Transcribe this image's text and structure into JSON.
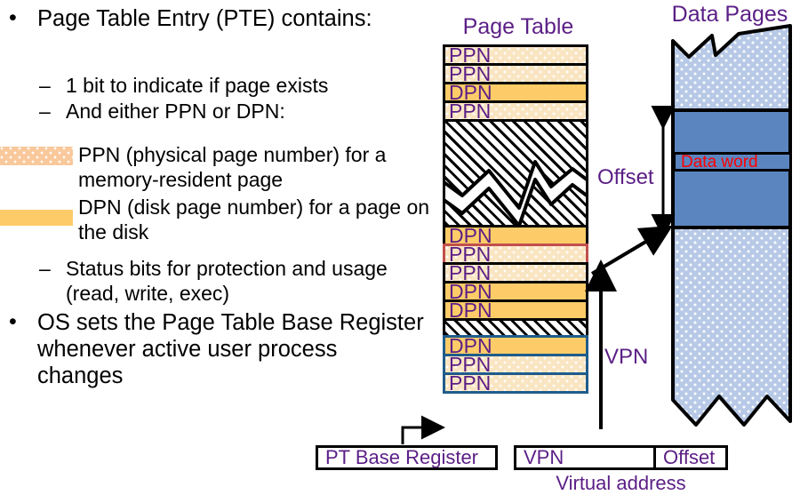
{
  "slide": {
    "background": "#ffffff",
    "accent_purple": "#5b1f86",
    "ppn_fill": "#fae5c3",
    "dpn_fill": "#fdcc69",
    "selected_border": "#c0504d",
    "blue_border": "#1f5c8b",
    "data_page_solid": "#5b85bf",
    "data_page_dotted": "#b7c9e6",
    "data_word_color": "#ff0000"
  },
  "bullets": {
    "b1": "Page Table Entry (PTE) contains:",
    "b1_sub1": "1 bit to indicate if page exists",
    "b1_sub2": "And either PPN or DPN:",
    "legend_ppn": "PPN (physical page number) for a memory-resident page",
    "legend_dpn": "DPN (disk page number) for a page on the disk",
    "b1_sub3": "Status bits for protection and usage (read, write, exec)",
    "b2": "OS sets the Page Table Base Register whenever active user process changes",
    "bullet_glyph": "•",
    "dash_glyph": "–"
  },
  "page_table": {
    "title": "Page Table",
    "rows": [
      {
        "label": "PPN",
        "kind": "ppn",
        "border": "black"
      },
      {
        "label": "PPN",
        "kind": "ppn",
        "border": "black"
      },
      {
        "label": "DPN",
        "kind": "dpn",
        "border": "black"
      },
      {
        "label": "PPN",
        "kind": "ppn",
        "border": "black"
      },
      {
        "label": "",
        "kind": "break",
        "border": "black"
      },
      {
        "label": "DPN",
        "kind": "dpn",
        "border": "black"
      },
      {
        "label": "PPN",
        "kind": "ppn",
        "border": "selected"
      },
      {
        "label": "PPN",
        "kind": "ppn",
        "border": "black"
      },
      {
        "label": "DPN",
        "kind": "dpn",
        "border": "black"
      },
      {
        "label": "DPN",
        "kind": "dpn",
        "border": "black"
      },
      {
        "label": "",
        "kind": "hatch",
        "border": "black"
      },
      {
        "label": "DPN",
        "kind": "dpn",
        "border": "blue"
      },
      {
        "label": "PPN",
        "kind": "ppn",
        "border": "blue"
      },
      {
        "label": "PPN",
        "kind": "ppn",
        "border": "blue"
      }
    ]
  },
  "data_pages": {
    "title": "Data Pages",
    "data_word": "Data word"
  },
  "labels": {
    "offset": "Offset",
    "vpn": "VPN"
  },
  "bottom": {
    "pt_base_register": "PT Base Register",
    "vpn_field": "VPN",
    "offset_field": "Offset",
    "virtual_address": "Virtual address"
  }
}
